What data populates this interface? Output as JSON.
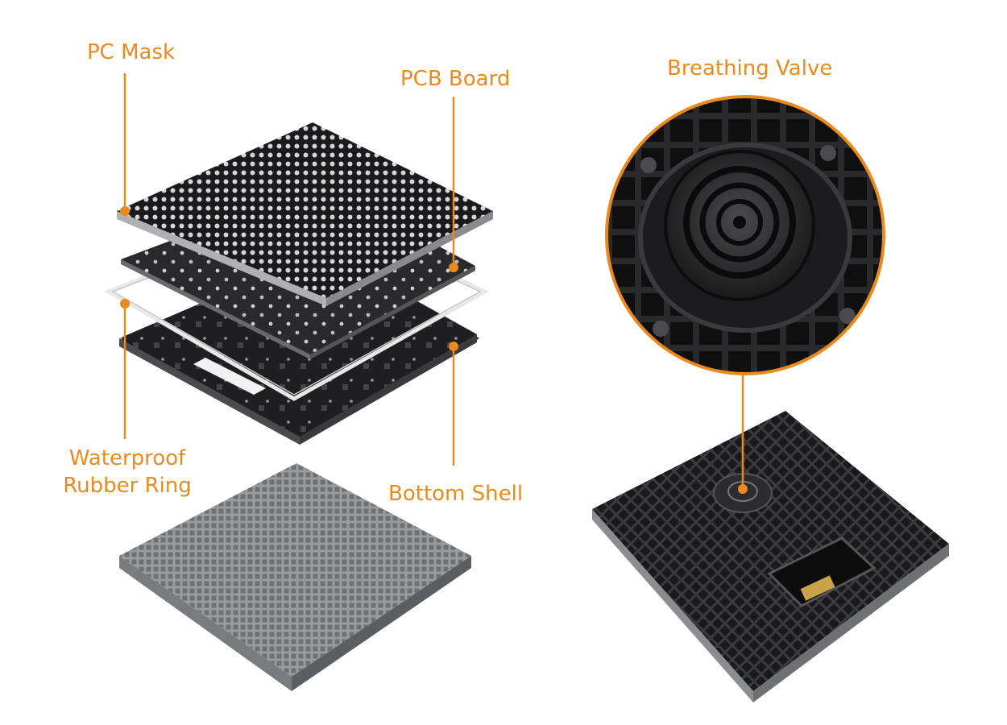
{
  "colors": {
    "accent": "#ea8a1e",
    "panel_dark": "#1c1c1e",
    "panel_mid": "#2e2e31",
    "led_dot": "#d9d9d9",
    "frame_gray": "#8f9092"
  },
  "labels": {
    "pc_mask": "PC Mask",
    "pcb_board": "PCB Board",
    "waterproof_line1": "Waterproof",
    "waterproof_line2": "Rubber Ring",
    "bottom_shell": "Bottom Shell",
    "breathing_valve": "Breathing Valve"
  }
}
